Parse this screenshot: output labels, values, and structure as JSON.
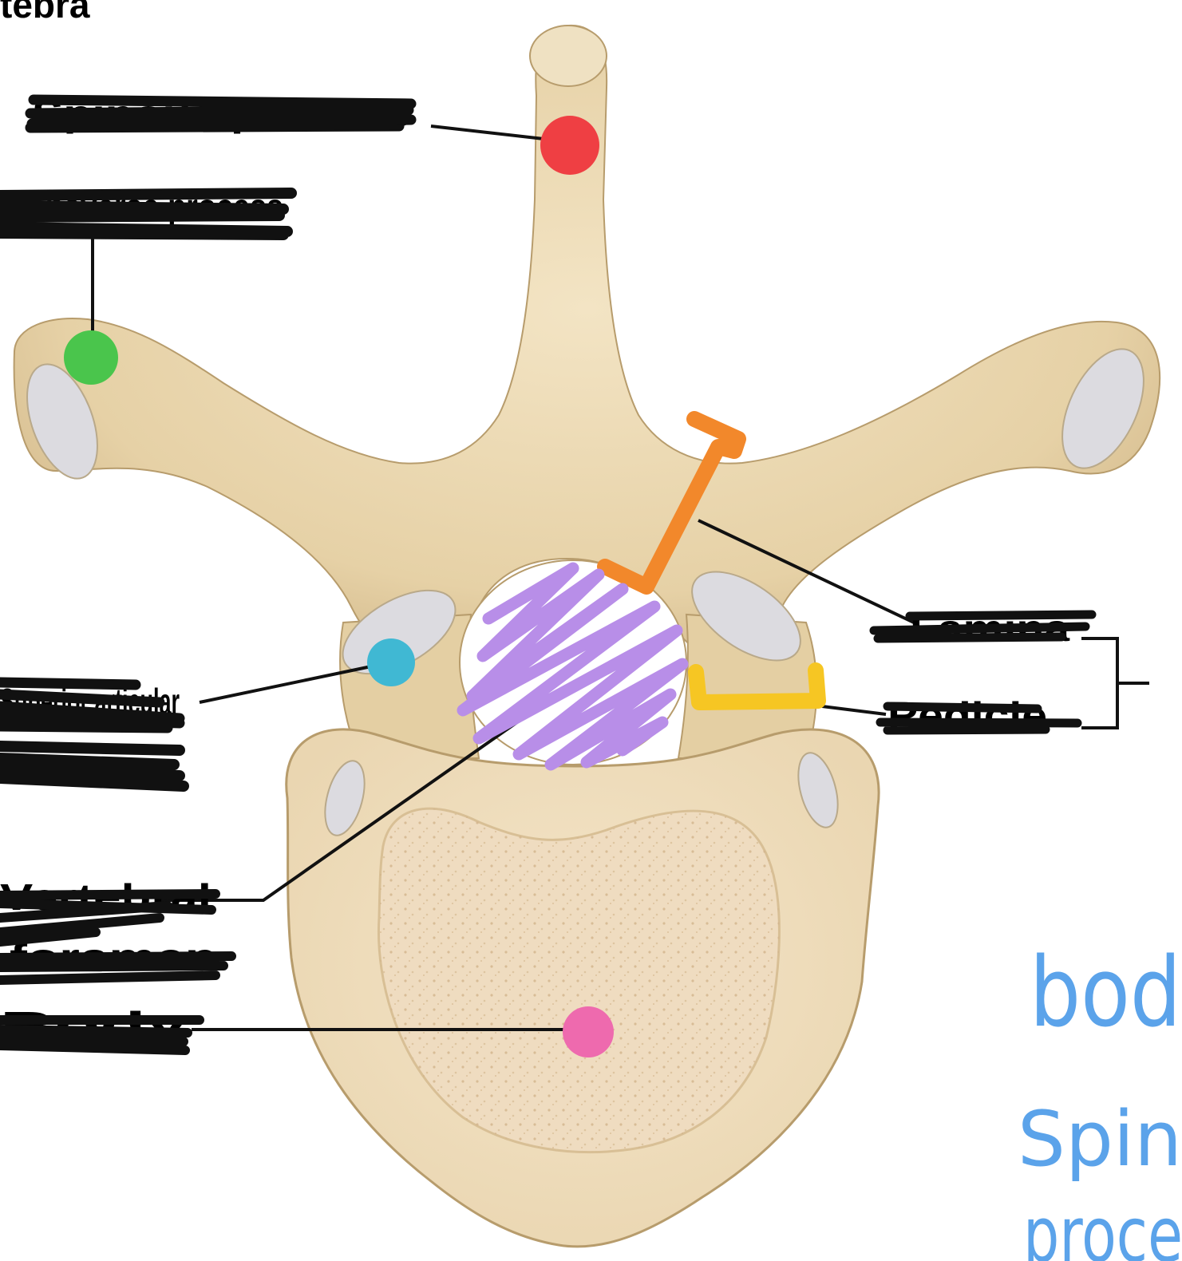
{
  "title_fragment": "tebra",
  "labels": {
    "spinous_process": "Spinous process",
    "transverse_process": "Transverse process",
    "lamina": "Lamina",
    "pedicle": "Pedicle",
    "superior_articular": "Superior articular",
    "vertebral_foramen_line1": "Vertebral",
    "vertebral_foramen_line2": "foramen",
    "body": "Body"
  },
  "handwritten": {
    "line1": "bod",
    "line2": "Spin",
    "line3": "proce"
  },
  "colors": {
    "bone": "#e9d6ae",
    "bone_shadow": "#cdb283",
    "bone_outline": "#a68a5c",
    "cancellous": "#f1e0c4",
    "facet": "#dcdbe0",
    "red_dot": "#ef3f43",
    "green_dot": "#4ac54c",
    "cyan_dot": "#40b8d3",
    "pink_dot": "#ee6aae",
    "orange_mark": "#f2882b",
    "yellow_mark": "#f6c623",
    "purple_scribble": "#b88ee8",
    "handwriting": "#5ba3ea"
  }
}
